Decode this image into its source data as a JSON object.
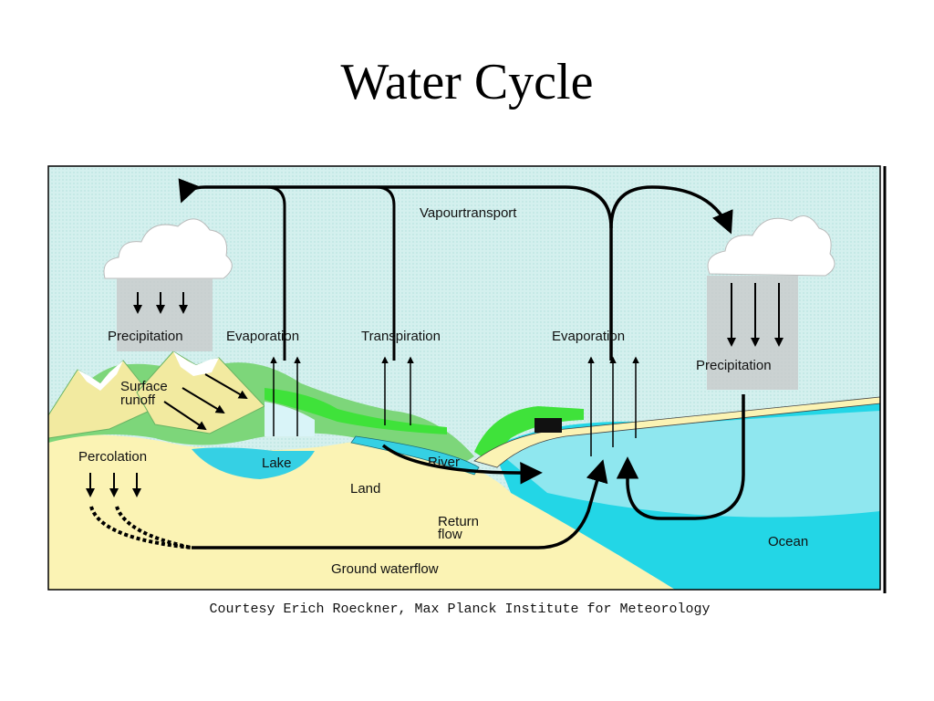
{
  "slide": {
    "title": "Water Cycle",
    "credit": "Courtesy Erich Roeckner, Max Planck Institute for Meteorology"
  },
  "diagram": {
    "labels": {
      "vapour_transport": "Vapourtransport",
      "precipitation_left": "Precipitation",
      "evaporation_left": "Evaporation",
      "transpiration": "Transpiration",
      "evaporation_right": "Evaporation",
      "precipitation_right": "Precipitation",
      "surface_runoff_line1": "Surface",
      "surface_runoff_line2": "runoff",
      "percolation": "Percolation",
      "lake": "Lake",
      "river": "River",
      "land": "Land",
      "return_flow_line1": "Return",
      "return_flow_line2": "flow",
      "ocean": "Ocean",
      "ground_water_flow": "Ground waterflow"
    },
    "colors": {
      "sky": "#d4f0ee",
      "land": "#fbf3b4",
      "ocean": "#23d6e6",
      "lake": "#35d0e4",
      "vegetation": "#7dd67a",
      "bright_green": "#3fe23a",
      "cloud": "#ffffff",
      "rain": "#c8c8c8",
      "arrow": "#000000"
    }
  }
}
